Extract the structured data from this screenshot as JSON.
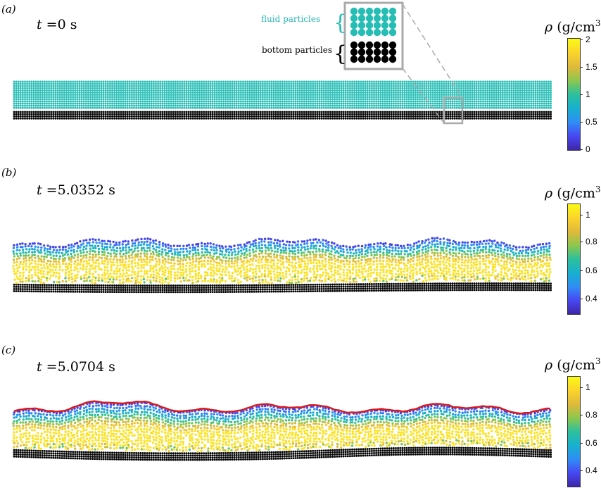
{
  "panels": [
    {
      "label": "(a)",
      "time_label": "t =0 s",
      "colorbar": {
        "title": "ρ (g/cm3)",
        "min": 0,
        "max": 2,
        "ticks": [
          "2",
          "1.5",
          "1",
          "0.5",
          "0"
        ]
      },
      "legend": {
        "fluid": "fluid particles",
        "bottom": "bottom particles"
      }
    },
    {
      "label": "(b)",
      "time_label": "t =5.0352 s",
      "colorbar": {
        "title": "ρ (g/cm3)",
        "min": 0.3,
        "max": 1.05,
        "ticks": [
          "1",
          "0.8",
          "0.6",
          "0.4"
        ]
      }
    },
    {
      "label": "(c)",
      "time_label": "t =5.0704 s",
      "colorbar": {
        "title": "ρ (g/cm3)",
        "min": 0.3,
        "max": 1.05,
        "ticks": [
          "1",
          "0.8",
          "0.6",
          "0.4"
        ]
      }
    }
  ],
  "colors": {
    "fluid": "#26bdb5",
    "bottom": "#000000",
    "surface_line": "#d7191c",
    "zoom_box": "#aaaaaa"
  }
}
